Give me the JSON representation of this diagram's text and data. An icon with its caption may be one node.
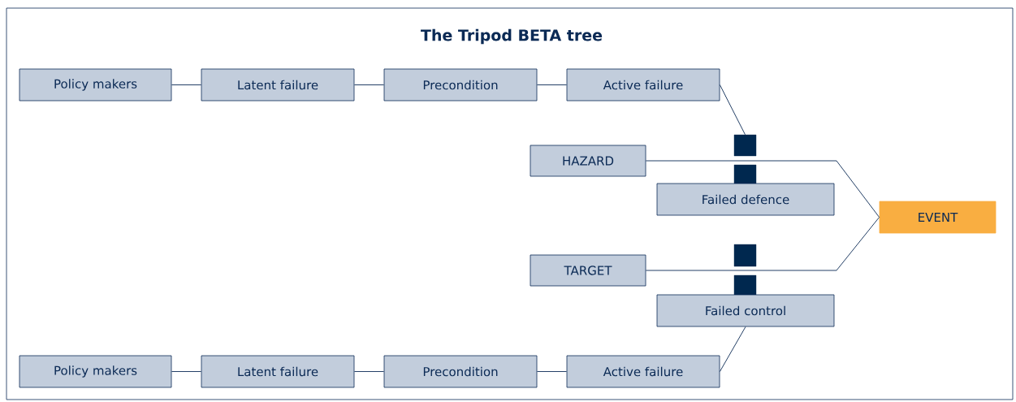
{
  "diagram": {
    "title": "The Tripod BETA tree",
    "nodes": [
      {
        "text": [
          "Policy makers"
        ]
      },
      {
        "text": [
          "Latent failure"
        ]
      },
      {
        "text": [
          "Precondition"
        ]
      },
      {
        "text": [
          "Active failure"
        ]
      },
      {
        "text": [],
        "shape": "box"
      },
      {
        "text": [
          "HAZARD"
        ]
      },
      {
        "text": [],
        "shape": "box"
      },
      {
        "text": [
          "Failed defence"
        ]
      },
      {
        "text": [
          "EVENT"
        ]
      },
      {
        "text": [],
        "shape": "box"
      },
      {
        "text": [
          "TARGET"
        ]
      },
      {
        "text": [],
        "shape": "box"
      },
      {
        "text": [
          "Failed control"
        ]
      },
      {
        "text": [
          "Policy makers"
        ]
      },
      {
        "text": [
          "Latent failure"
        ]
      },
      {
        "text": [
          "Precondition"
        ]
      },
      {
        "text": [
          "Active failure"
        ]
      }
    ],
    "edges": [
      {
        "from": 0,
        "to": 1,
        "arrow": "none"
      },
      {
        "from": 1,
        "to": 2,
        "arrow": "none"
      },
      {
        "from": 2,
        "to": 3,
        "arrow": "none"
      },
      {
        "from": 3,
        "to": 4,
        "arrow": "none"
      },
      {
        "from": 5,
        "to": 8,
        "arrow": "none"
      },
      {
        "from": 10,
        "to": 8,
        "arrow": "none"
      },
      {
        "from": 13,
        "to": 14,
        "arrow": "none"
      },
      {
        "from": 14,
        "to": 15,
        "arrow": "none"
      },
      {
        "from": 15,
        "to": 16,
        "arrow": "none"
      },
      {
        "from": 16,
        "to": 12,
        "arrow": "none"
      }
    ]
  }
}
